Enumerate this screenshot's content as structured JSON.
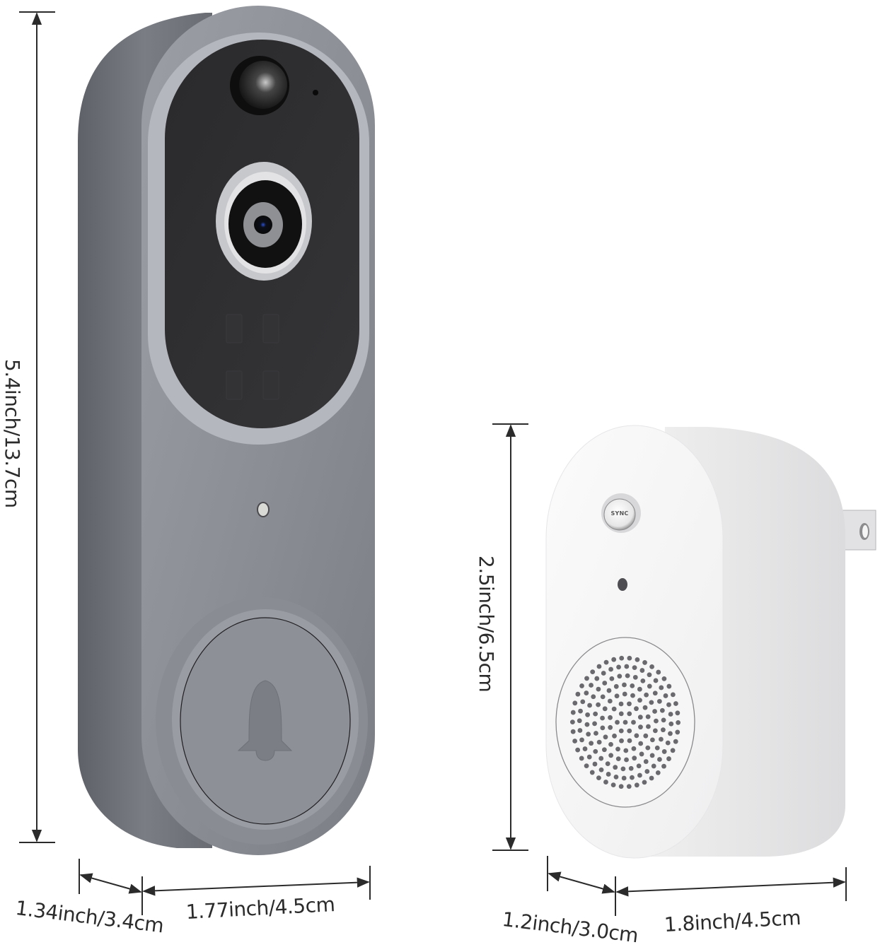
{
  "figure": {
    "type": "product-dimension-diagram",
    "background": "#ffffff"
  },
  "doorbell": {
    "name": "Video Doorbell",
    "body_color": "#8e9098",
    "side_color": "#6f7178",
    "face_panel_color": "#2c2c2e",
    "bezel_color": "#b9bbc2",
    "features": {
      "pir_sensor": "PIR motion sensor",
      "microphone": "microphone hole",
      "camera_lens": "camera lens",
      "ir_leds": "infrared LEDs",
      "status_led": "status indicator light",
      "ring_button": "bell button",
      "bell_icon": "bell-icon"
    },
    "dimensions": {
      "height": "5.4inch/13.7cm",
      "depth": "1.34inch/3.4cm",
      "width": "1.77inch/4.5cm"
    }
  },
  "chime": {
    "name": "Plug-in Chime Receiver",
    "body_color": "#f4f4f5",
    "side_color": "#e3e3e5",
    "features": {
      "sync_button_label": "SYNC",
      "indicator_led": "indicator light",
      "speaker_grille": "speaker grille",
      "plug": "wall plug prongs"
    },
    "dimensions": {
      "height": "2.5inch/6.5cm",
      "depth": "1.2inch/3.0cm",
      "width": "1.8inch/4.5cm"
    }
  },
  "annotation_color": "#2b2b2b"
}
